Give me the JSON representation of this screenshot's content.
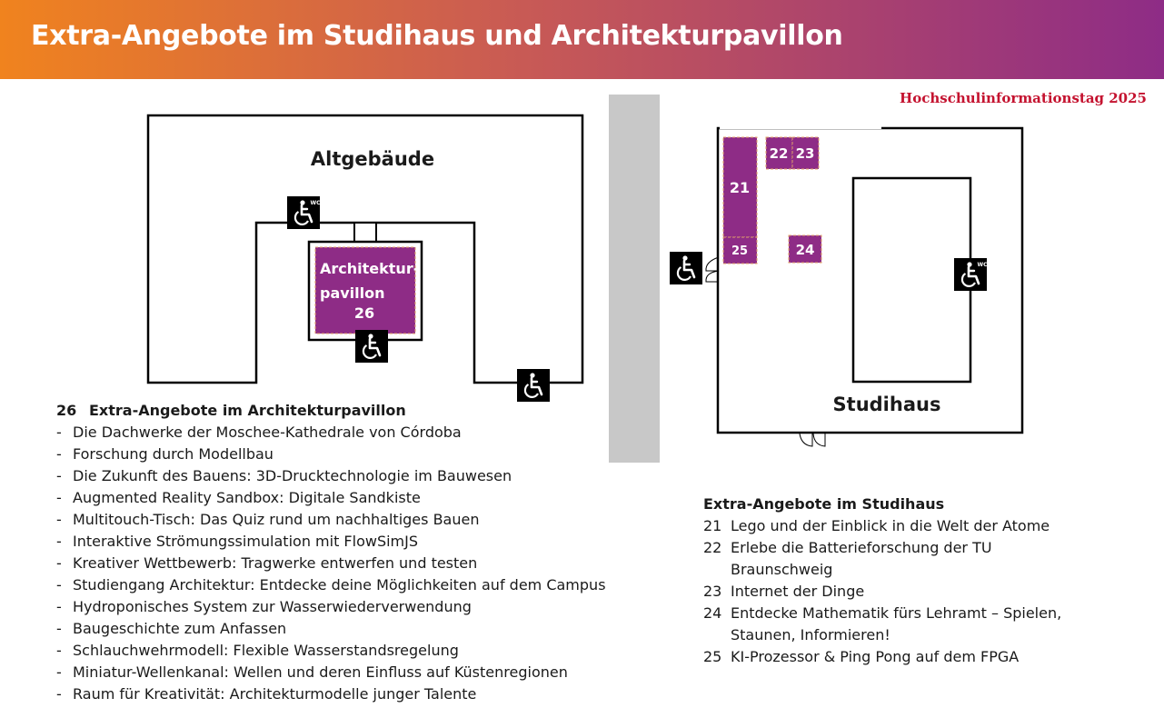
{
  "header": {
    "title": "Extra-Angebote im Studihaus und Architekturpavillon",
    "event": "Hochschulinformationstag 2025",
    "gradient": [
      "#f0831e",
      "#c85a55",
      "#8e2c86"
    ]
  },
  "colors": {
    "room": "#8e2c86",
    "room_border": "#e0a26a",
    "event_red": "#c4122f"
  },
  "map": {
    "altgebaeude_label": "Altgebäude",
    "pavillon_label_line1": "Architektur-",
    "pavillon_label_line2": "pavillon",
    "pavillon_number": "26",
    "studihaus_label": "Studihaus",
    "rooms": {
      "r21": "21",
      "r22": "22",
      "r23": "23",
      "r24": "24",
      "r25": "25"
    },
    "wc_label": "WC",
    "icons": [
      "wheelchair-icon",
      "wheelchair-wc-icon"
    ]
  },
  "pavillon_list": {
    "number": "26",
    "heading": "Extra-Angebote im Architekturpavillon",
    "items": [
      "Die Dachwerke der Moschee-Kathedrale von Córdoba",
      "Forschung durch Modellbau",
      "Die Zukunft des Bauens:  3D-Drucktechnologie im Bauwesen",
      "Augmented Reality Sandbox: Digitale Sandkiste",
      "Multitouch-Tisch: Das Quiz rund um nachhaltiges Bauen",
      "Interaktive Strömungssimulation mit FlowSimJS",
      "Kreativer Wettbewerb: Tragwerke entwerfen und testen",
      "Studiengang Architektur: Entdecke deine Möglichkeiten auf dem Campus",
      "Hydroponisches System zur Wasserwiederverwendung",
      "Baugeschichte zum Anfassen",
      "Schlauchwehrmodell: Flexible Wasserstandsregelung",
      "Miniatur-Wellenkanal: Wellen und deren Einfluss auf Küstenregionen",
      "Raum für Kreativität: Architekturmodelle junger Talente"
    ]
  },
  "studihaus_list": {
    "heading": "Extra-Angebote im Studihaus",
    "items": [
      {
        "num": "21",
        "text": "Lego und der Einblick in die Welt der Atome"
      },
      {
        "num": "22",
        "text": "Erlebe die Batterieforschung der TU Braunschweig"
      },
      {
        "num": "23",
        "text": "Internet der Dinge"
      },
      {
        "num": "24",
        "text": "Entdecke Mathematik fürs Lehramt – Spielen, Staunen, Informieren!"
      },
      {
        "num": "25",
        "text": "KI-Prozessor & Ping Pong auf dem FPGA"
      }
    ]
  }
}
